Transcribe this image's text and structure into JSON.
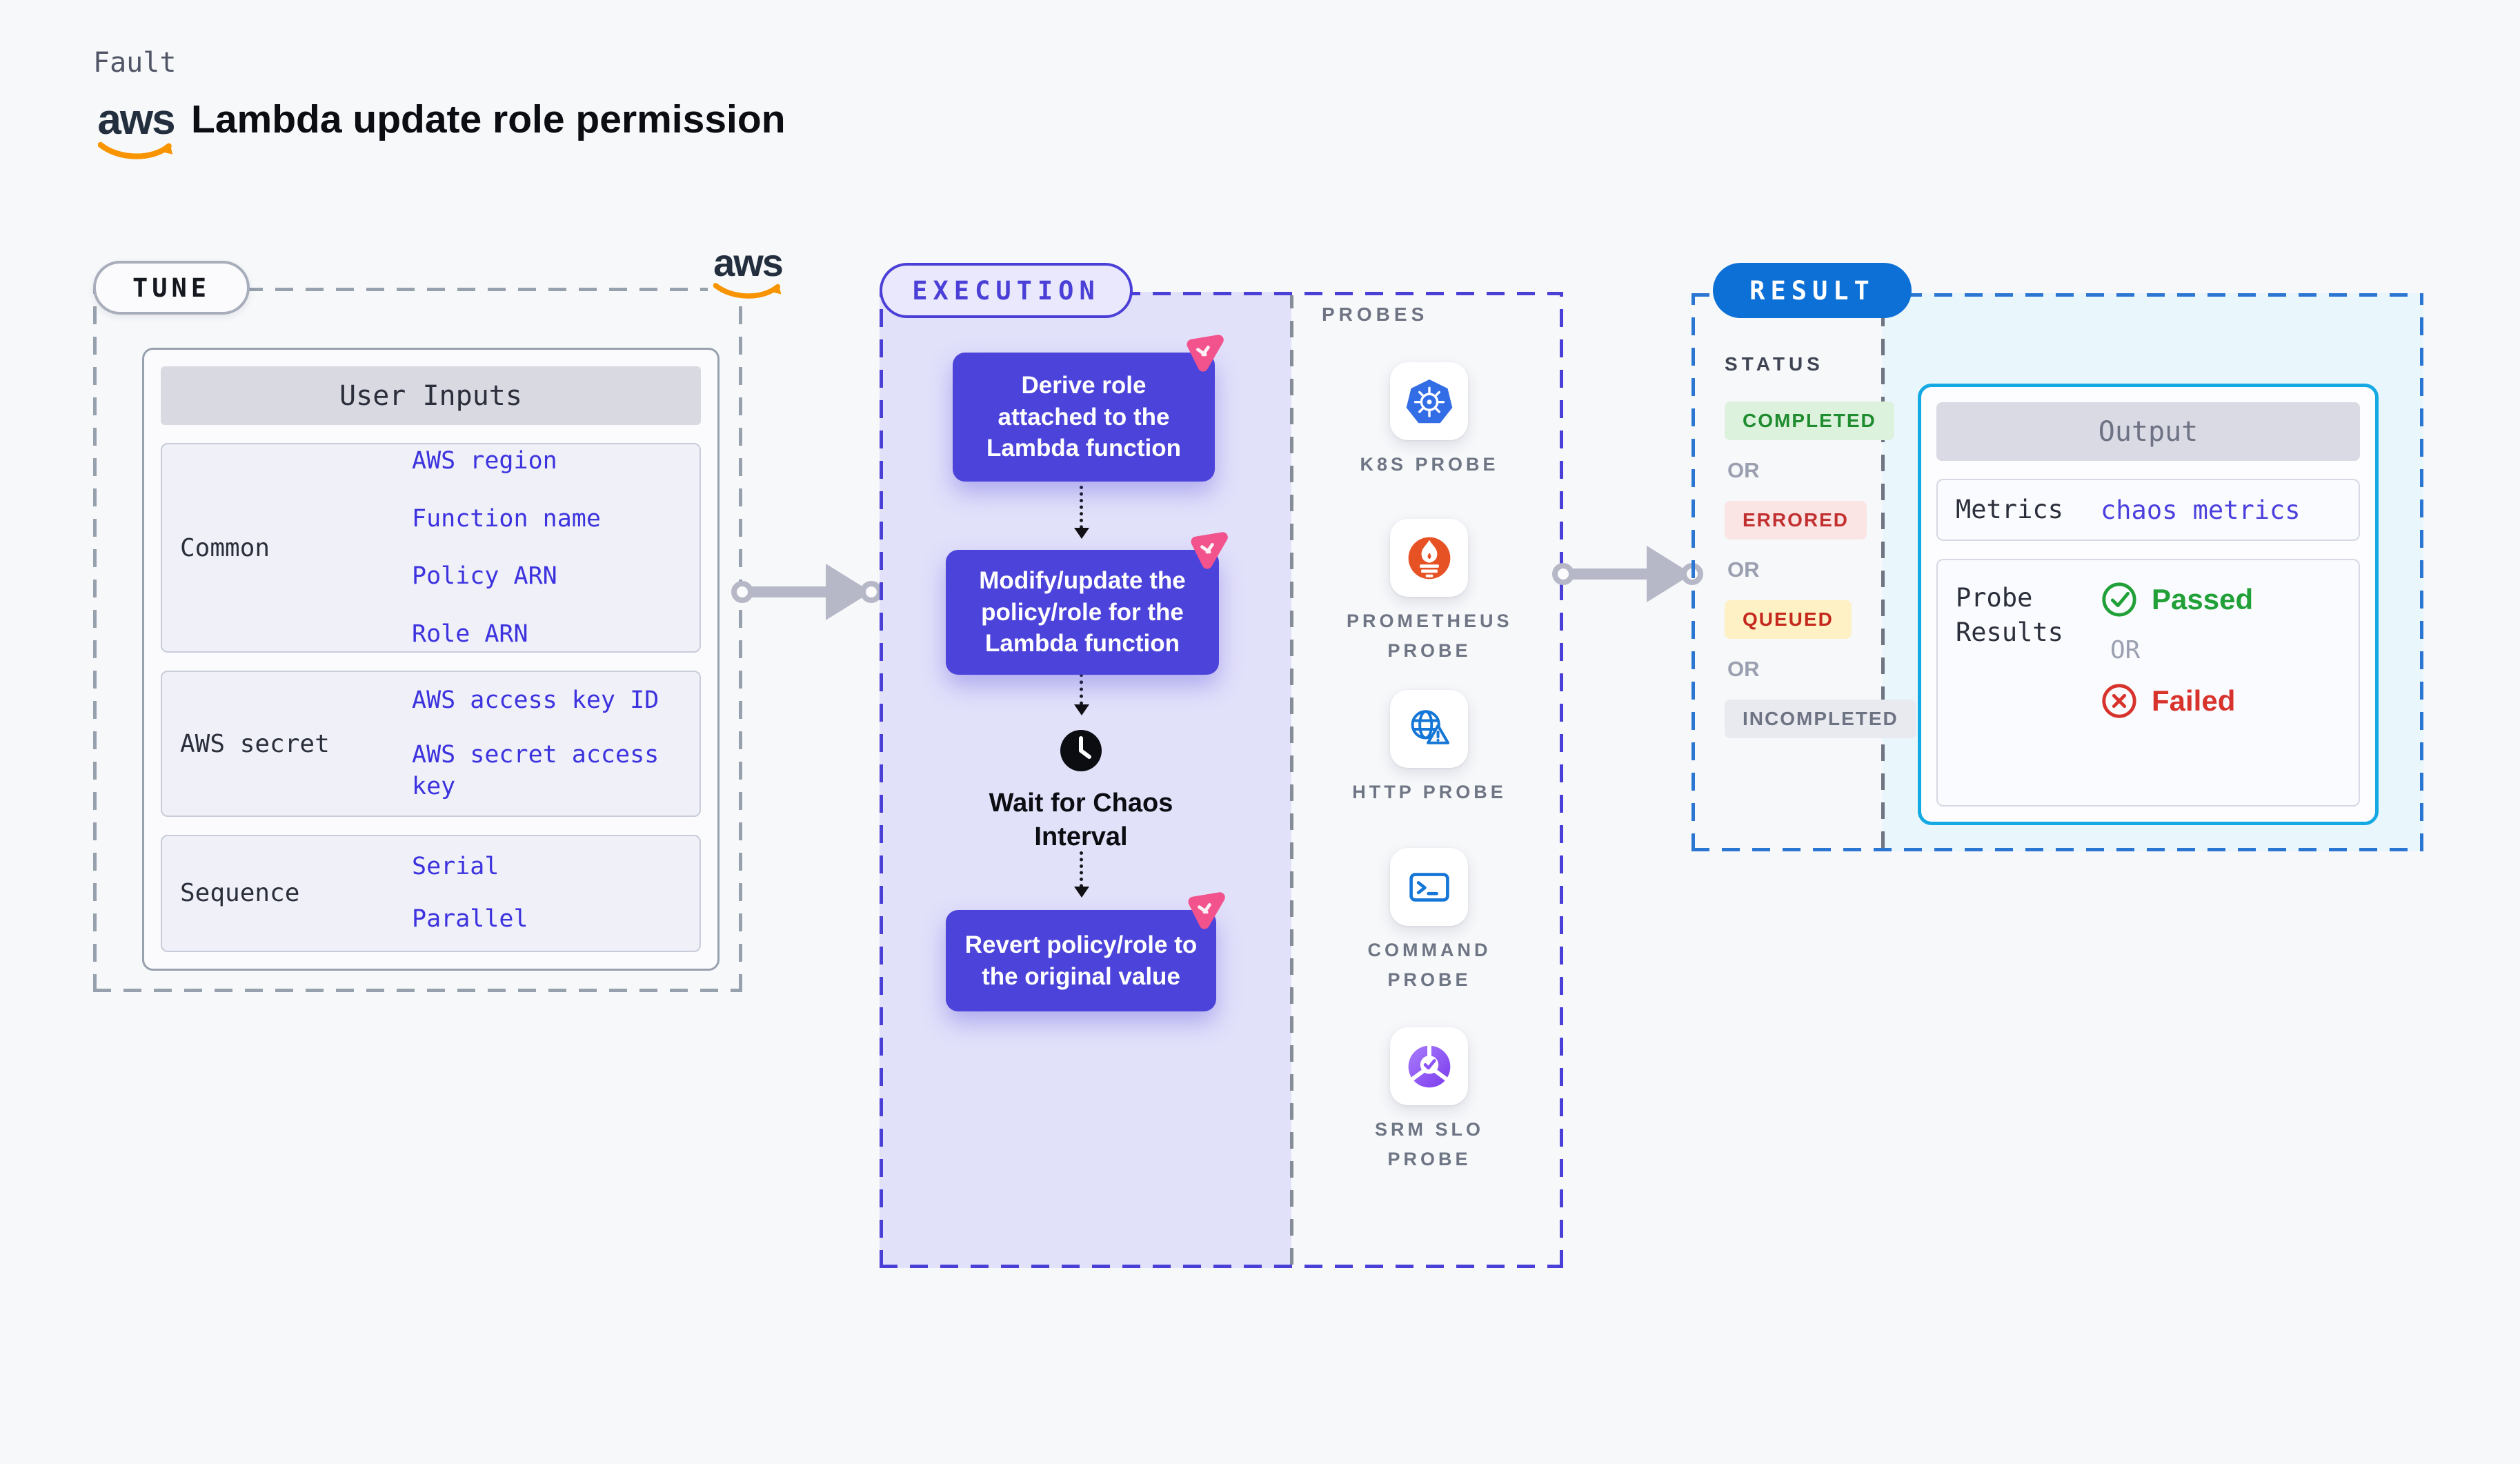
{
  "header": {
    "kicker": "Fault",
    "title": "Lambda update role permission",
    "aws_logo_text": "aws"
  },
  "tune": {
    "pill": "TUNE",
    "aws_logo_text": "aws",
    "card": {
      "title": "User Inputs",
      "groups": [
        {
          "label": "Common",
          "links": [
            "AWS region",
            "Function name",
            "Policy ARN",
            "Role ARN"
          ]
        },
        {
          "label": "AWS secret",
          "links": [
            "AWS access key ID",
            "AWS secret access key"
          ]
        },
        {
          "label": "Sequence",
          "links": [
            "Serial",
            "Parallel"
          ]
        }
      ]
    }
  },
  "execution": {
    "pill": "EXECUTION",
    "steps": [
      {
        "text": "Derive role attached to the Lambda function",
        "icon": "chaos-pinwheel-icon"
      },
      {
        "text": "Modify/update the policy/role for the Lambda function",
        "icon": "chaos-pinwheel-icon"
      },
      {
        "text": "Revert policy/role to the original value",
        "icon": "chaos-pinwheel-icon"
      }
    ],
    "wait": {
      "label": "Wait for Chaos Interval",
      "icon": "clock-icon"
    }
  },
  "probes": {
    "heading": "PROBES",
    "items": [
      {
        "label": "K8S PROBE",
        "icon": "kubernetes-icon"
      },
      {
        "label": "PROMETHEUS PROBE",
        "icon": "prometheus-icon"
      },
      {
        "label": "HTTP PROBE",
        "icon": "globe-warning-icon"
      },
      {
        "label": "COMMAND PROBE",
        "icon": "terminal-icon"
      },
      {
        "label": "SRM SLO PROBE",
        "icon": "slo-gauge-check-icon"
      }
    ]
  },
  "result": {
    "pill": "RESULT",
    "status_heading": "STATUS",
    "or": "OR",
    "statuses": [
      {
        "label": "COMPLETED",
        "fg": "#1f8c2f",
        "bg": "#ddf2dd"
      },
      {
        "label": "ERRORED",
        "fg": "#c22f2f",
        "bg": "#fae4e4"
      },
      {
        "label": "QUEUED",
        "fg": "#c5281c",
        "bg": "#fdf1c5"
      },
      {
        "label": "INCOMPLETED",
        "fg": "#6e7383",
        "bg": "#e9eaf0"
      }
    ],
    "output": {
      "title": "Output",
      "metrics_label": "Metrics",
      "metrics_value": "chaos metrics",
      "probe_label": "Probe Results",
      "passed": "Passed",
      "or": "OR",
      "failed": "Failed"
    }
  },
  "colors": {
    "page_bg": "#f7f8fa",
    "tune_dash_gray": "#97a0ad",
    "execution_indigo": "#4a3fd6",
    "execution_fill": "#e2e1fa",
    "node_purple": "#4c43da",
    "link_blue": "#3d33de",
    "result_blue": "#0c70d6",
    "result_dash_blue": "#2b76d2",
    "cyan_border": "#14a9e2",
    "cyan_fill": "#e9f6fc",
    "chaos_pink": "#f2538c",
    "arrow_gray": "#b7b8c7",
    "passed_green": "#21a038",
    "failed_red": "#d7332c",
    "aws_orange": "#f79400",
    "header_bar_gray": "#d9d9e2"
  }
}
